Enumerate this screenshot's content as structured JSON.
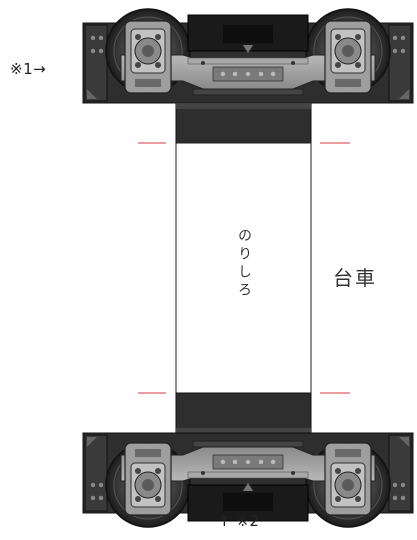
{
  "labels": {
    "note_top": "※1→",
    "note_bottom": "↑ ※2",
    "bogie": "台車",
    "glue_tab": "のりしろ"
  },
  "colors": {
    "frame": "#2e2e2e",
    "frame_dark": "#1a1a1a",
    "plate": "#9a9a9a",
    "plate_light": "#bcbcbc",
    "wheel": "#4a4a4a",
    "cut_mark": "#e06060",
    "paper": "#ffffff"
  }
}
